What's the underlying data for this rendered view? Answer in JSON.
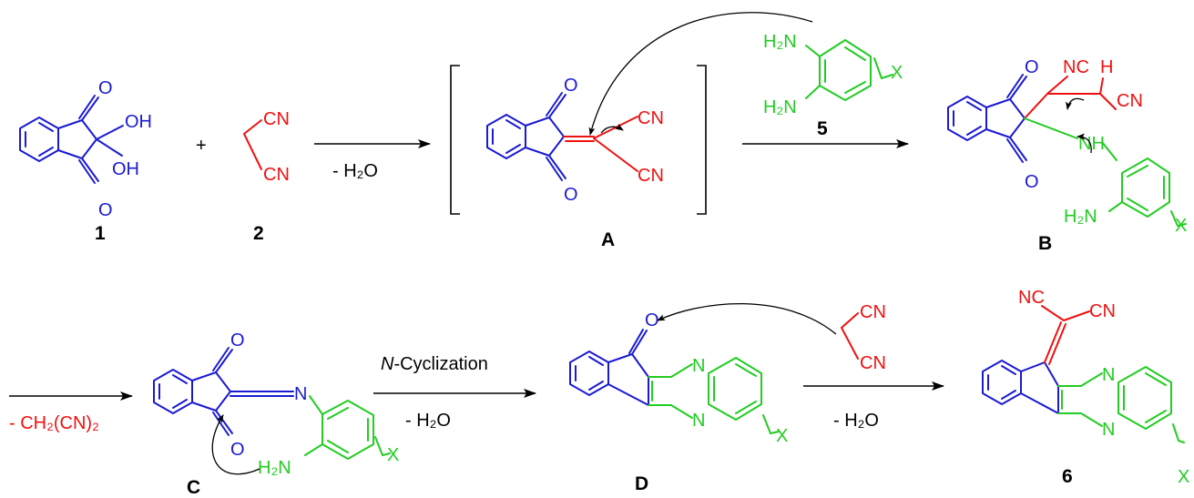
{
  "compounds": {
    "c1": {
      "number": "1",
      "oh_a": "OH",
      "oh_b": "OH",
      "o_top": "O",
      "o_bottom": "O"
    },
    "c2": {
      "number": "2",
      "cn_a": "CN",
      "cn_b": "CN"
    },
    "plus": "+",
    "cA": {
      "letter": "A",
      "o_top": "O",
      "o_bottom": "O",
      "cn_a": "CN",
      "cn_b": "CN"
    },
    "c5": {
      "number": "5",
      "nh2_a": "H₂N",
      "nh2_b": "H₂N",
      "x": "X"
    },
    "cB": {
      "letter": "B",
      "o_top": "O",
      "o_bottom": "O",
      "nc": "NC",
      "h": "H",
      "cn": "CN",
      "nh": "NH",
      "nh2": "H₂N",
      "x": "X"
    },
    "cC": {
      "letter": "C",
      "o_top": "O",
      "o_bottom": "O",
      "n": "N",
      "nh2": "H₂N",
      "x": "X"
    },
    "cD": {
      "letter": "D",
      "o": "O",
      "n_a": "N",
      "n_b": "N",
      "x": "X",
      "cn_a": "CN",
      "cn_b": "CN"
    },
    "c6": {
      "number": "6",
      "nc": "NC",
      "cn": "CN",
      "n_a": "N",
      "n_b": "N",
      "x": "X"
    }
  },
  "arrows": {
    "a1": {
      "below": "- H₂O"
    },
    "a2": {
      "above": "5"
    },
    "a3": {
      "below_prefix": "- ",
      "below_main": "CH₂(CN)₂"
    },
    "a4": {
      "above_italic": "N",
      "above_rest": "-Cyclization",
      "below": "- H₂O"
    },
    "a5": {
      "below": "- H₂O"
    }
  },
  "colors": {
    "indanedione": "#1a1ad2",
    "malononitrile": "#ee1111",
    "diamine": "#22cc22",
    "arrows": "#000000"
  }
}
